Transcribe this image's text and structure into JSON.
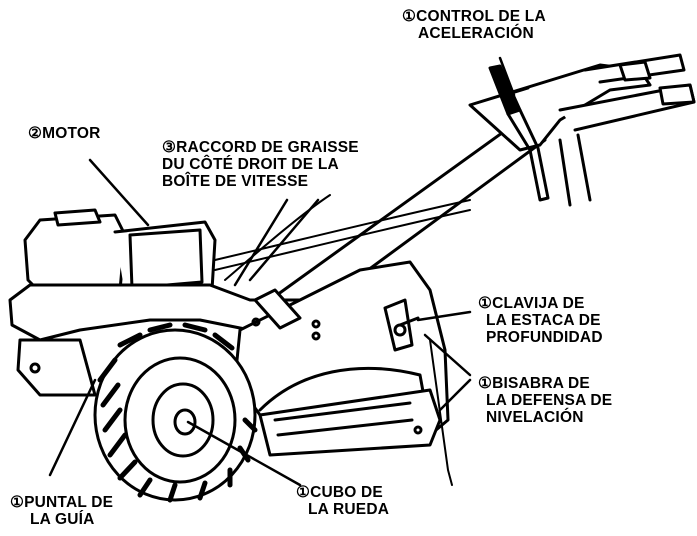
{
  "labels": {
    "throttle": {
      "line1": "①CONTROL DE LA",
      "line2": "ACELERACIÓN"
    },
    "motor": {
      "line1": "②MOTOR"
    },
    "grease": {
      "line1": "③RACCORD DE GRAISSE",
      "line2": "DU CÔTÉ DROIT DE LA",
      "line3": "BOÎTE DE VITESSE"
    },
    "depth": {
      "line1": "①CLAVIJA DE",
      "line2": "LA ESTACA DE",
      "line3": "PROFUNDIDAD"
    },
    "hinge": {
      "line1": "①BISABRA DE",
      "line2": "LA DEFENSA DE",
      "line3": "NIVELACIÓN"
    },
    "strut": {
      "line1": "①PUNTAL DE",
      "line2": "LA GUÍA"
    },
    "hub": {
      "line1": "①CUBO DE",
      "line2": "LA RUEDA"
    }
  }
}
